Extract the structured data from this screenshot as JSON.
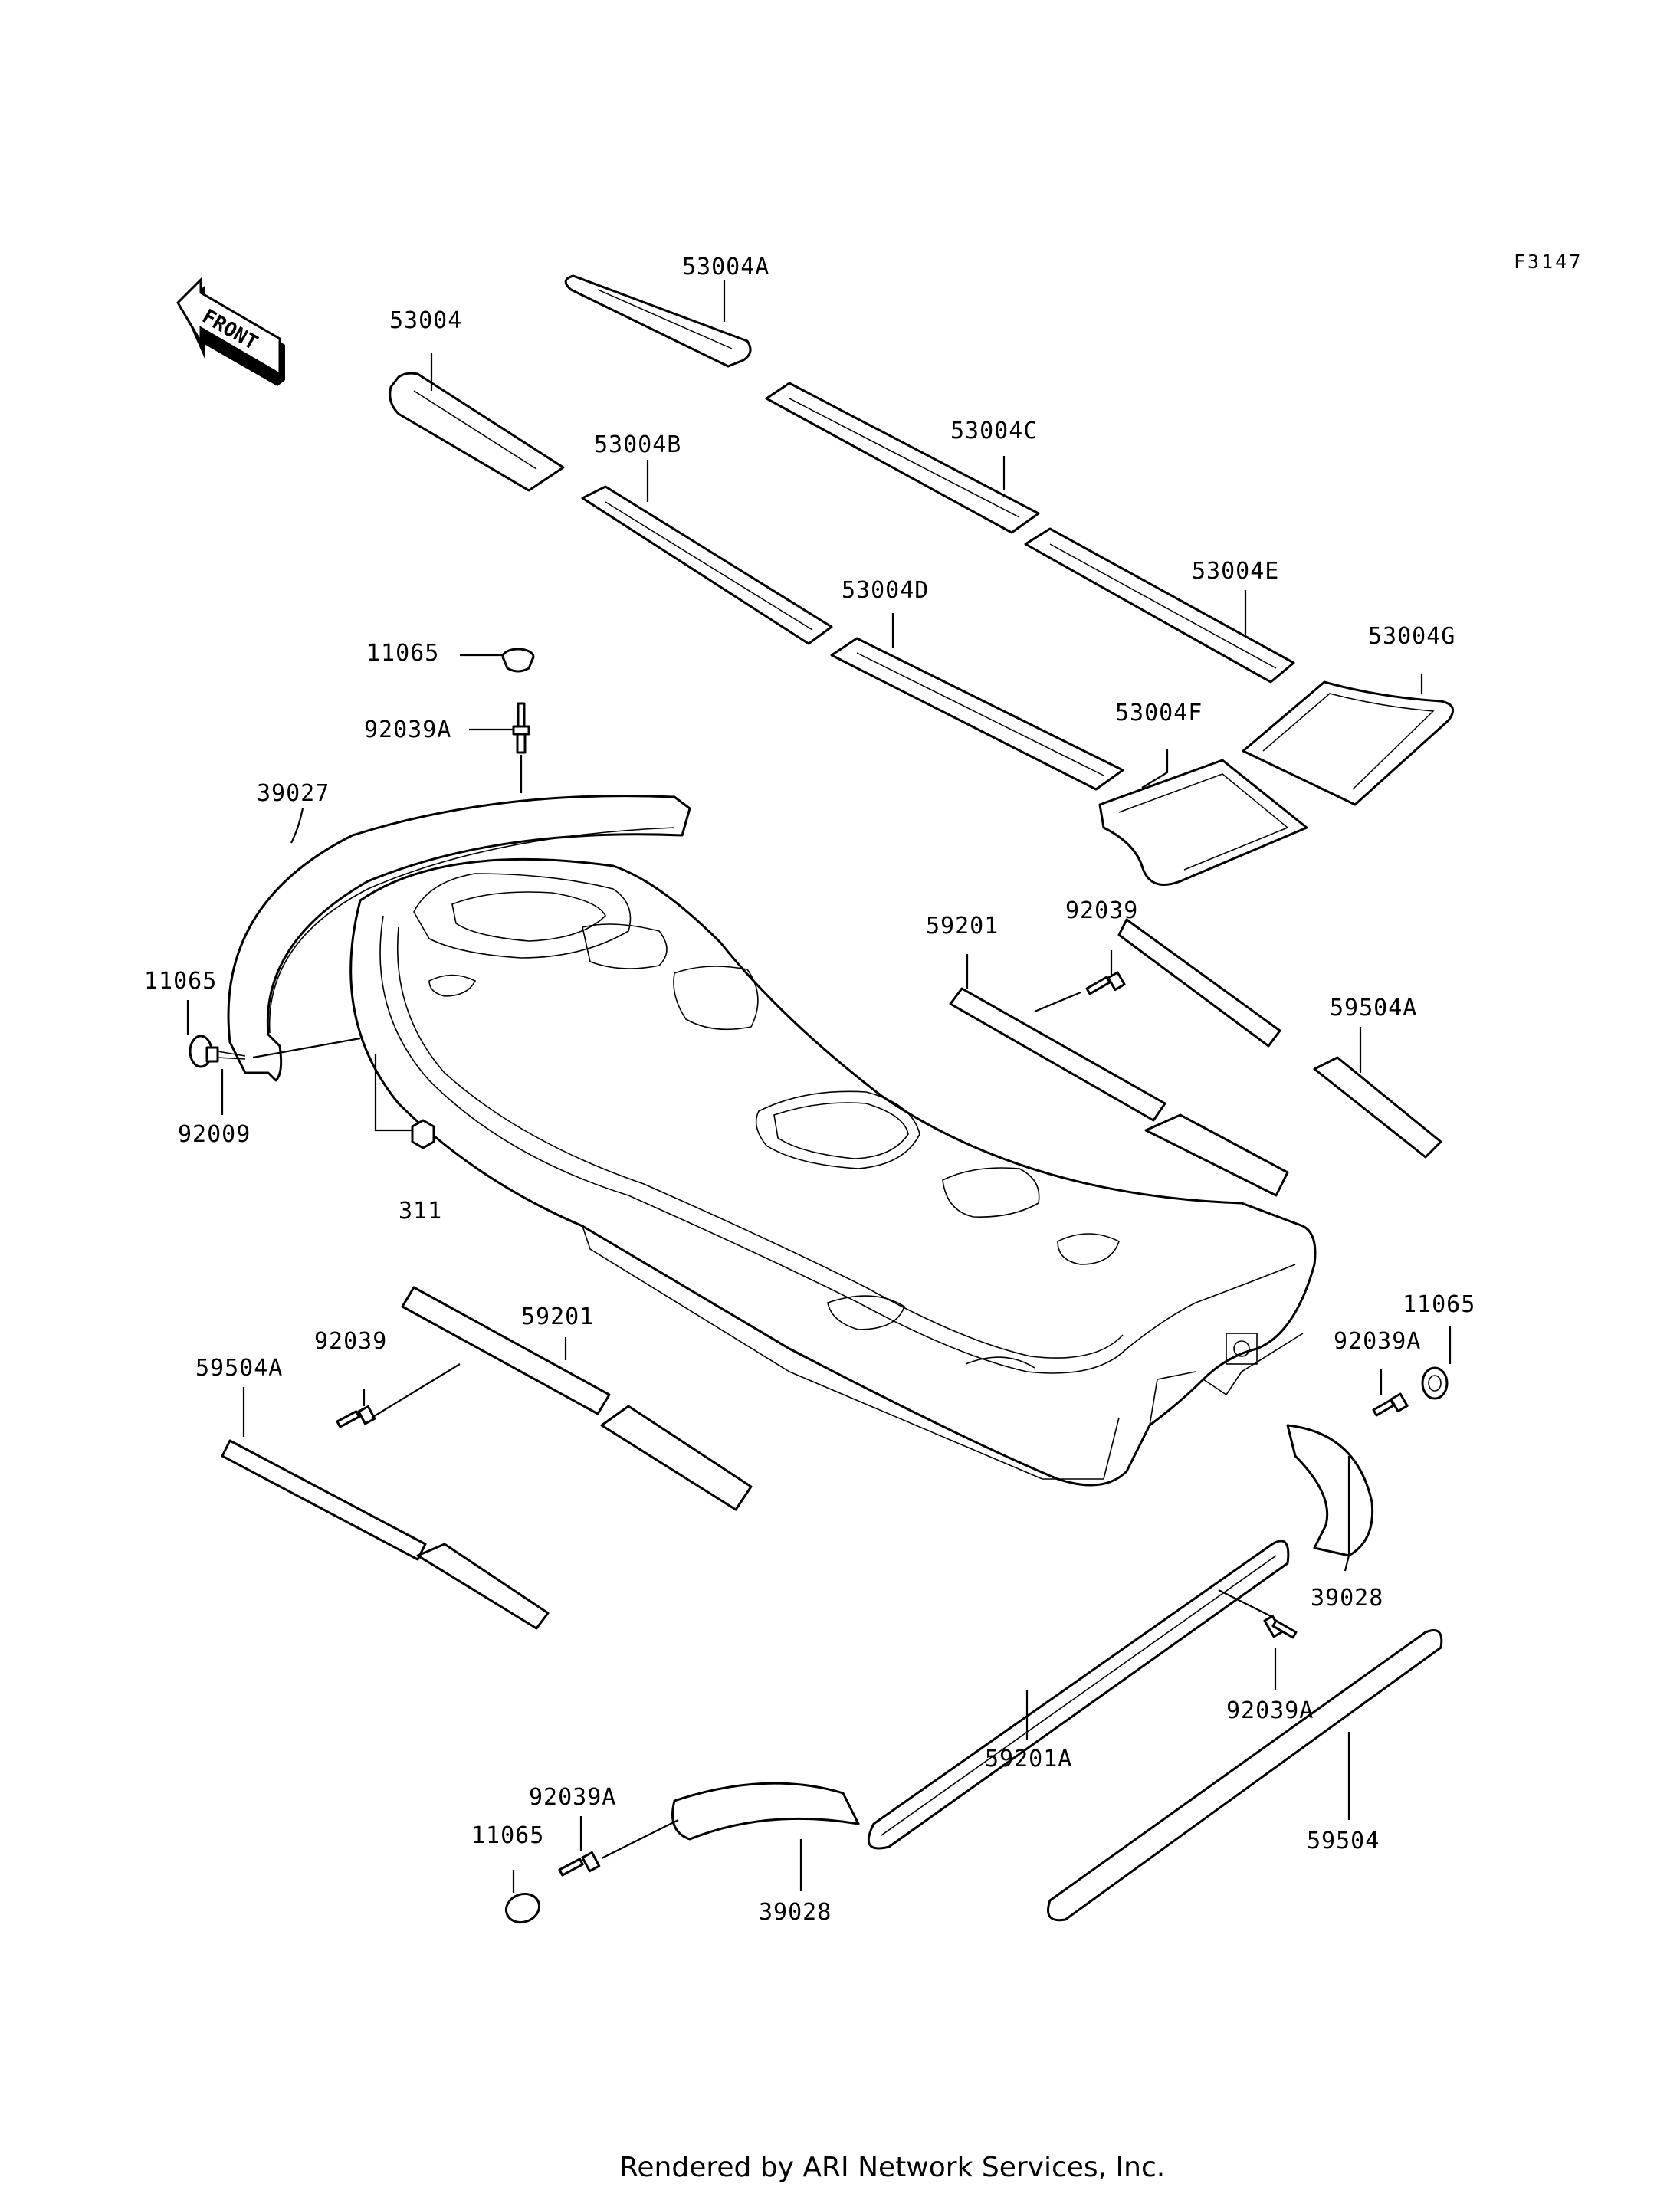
{
  "diagram": {
    "figure_code": "F3147",
    "front_label": "FRONT",
    "footer": "Rendered by ARI Network Services, Inc.",
    "labels": {
      "p53004A": "53004A",
      "p53004": "53004",
      "p53004B": "53004B",
      "p53004C": "53004C",
      "p53004D": "53004D",
      "p53004E": "53004E",
      "p53004F": "53004F",
      "p53004G": "53004G",
      "p11065_top": "11065",
      "p92039A_top": "92039A",
      "p39027": "39027",
      "p11065_left": "11065",
      "p92009": "92009",
      "p311": "311",
      "p59201_right": "59201",
      "p92039_right": "92039",
      "p59504A_right": "59504A",
      "p59201_left": "59201",
      "p92039_left": "92039",
      "p59504A_left": "59504A",
      "p11065_right": "11065",
      "p92039A_right": "92039A",
      "p39028_right": "39028",
      "p92039A_mid": "92039A",
      "p59201A": "59201A",
      "p59504": "59504",
      "p92039A_bottom": "92039A",
      "p11065_bottom": "11065",
      "p39028_bottom": "39028"
    }
  }
}
